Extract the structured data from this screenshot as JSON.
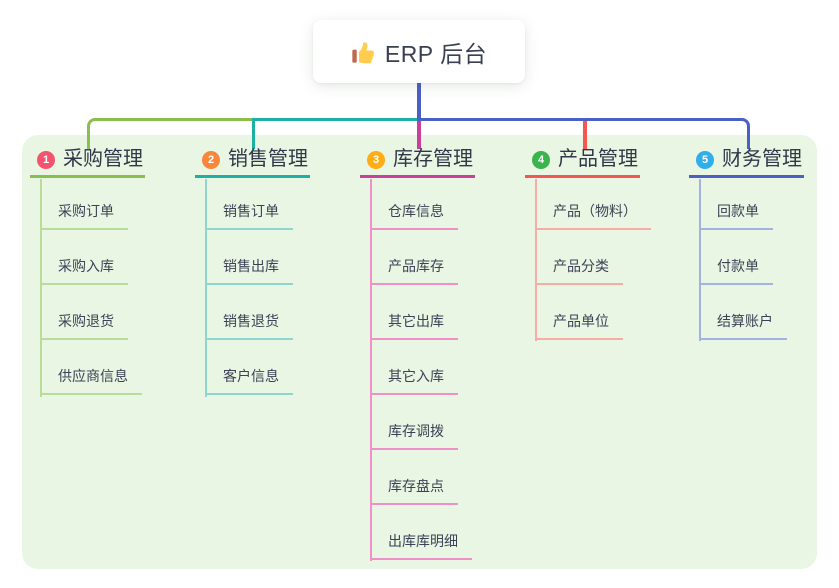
{
  "root": {
    "title": "ERP 后台",
    "icon": "thumbs-up-icon"
  },
  "connector": {
    "color": "#4A60C6"
  },
  "panel": {
    "background": "#E9F6E4"
  },
  "branches": [
    {
      "number": "1",
      "label": "采购管理",
      "badge": "#F4536E",
      "line": "#8BBF4D",
      "light": "#B9DC9B",
      "items": [
        "采购订单",
        "采购入库",
        "采购退货",
        "供应商信息"
      ]
    },
    {
      "number": "2",
      "label": "销售管理",
      "badge": "#F8873C",
      "line": "#1DB1A5",
      "light": "#90D6CE",
      "items": [
        "销售订单",
        "销售出库",
        "销售退货",
        "客户信息"
      ]
    },
    {
      "number": "3",
      "label": "库存管理",
      "badge": "#FFAD15",
      "line": "#C8409C",
      "light": "#F090C8",
      "items": [
        "仓库信息",
        "产品库存",
        "其它出库",
        "其它入库",
        "库存调拨",
        "库存盘点",
        "出库库明细"
      ]
    },
    {
      "number": "4",
      "label": "产品管理",
      "badge": "#3AB44B",
      "line": "#F4574D",
      "light": "#F8ACA6",
      "items": [
        "产品（物料）",
        "产品分类",
        "产品单位"
      ]
    },
    {
      "number": "5",
      "label": "财务管理",
      "badge": "#30AEE9",
      "line": "#4A60C6",
      "light": "#A3B2E0",
      "items": [
        "回款单",
        "付款单",
        "结算账户"
      ]
    }
  ]
}
